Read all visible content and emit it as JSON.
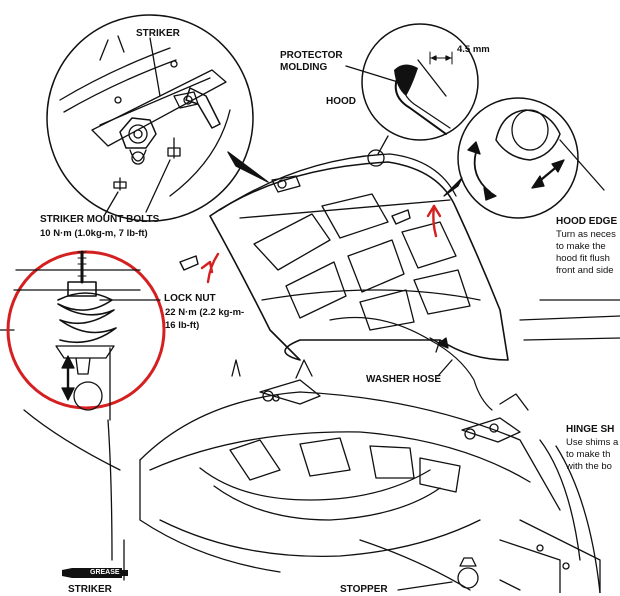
{
  "labels": {
    "striker_top": "STRIKER",
    "protector_molding_line1": "PROTECTOR",
    "protector_molding_line2": "MOLDING",
    "dimension": "4.5 mm",
    "hood": "HOOD",
    "hood_edge": "HOOD EDGE",
    "hood_edge_note": [
      "Turn as neces",
      "to make the",
      "hood fit flush",
      "front and side"
    ],
    "striker_mount_bolts": "STRIKER MOUNT BOLTS",
    "striker_mount_torque": "10 N·m (1.0kg-m, 7 lb-ft)",
    "lock_nut": "LOCK NUT",
    "lock_nut_torque_line1": "22 N·m (2.2 kg-m-",
    "lock_nut_torque_line2": "16 lb-ft)",
    "washer_hose": "WASHER HOSE",
    "hinge_shims": "HINGE SH",
    "hinge_shims_note": [
      "Use shims a",
      "to make th",
      "with the bo"
    ],
    "grease": "GREASE",
    "striker_bottom": "STRIKER",
    "stopper": "STOPPER"
  },
  "colors": {
    "line": "#111111",
    "annotation_red": "#d42020",
    "background": "#ffffff"
  },
  "icons": [
    "grease-tube-icon",
    "rotate-arrow-icon",
    "double-arrow-icon"
  ]
}
